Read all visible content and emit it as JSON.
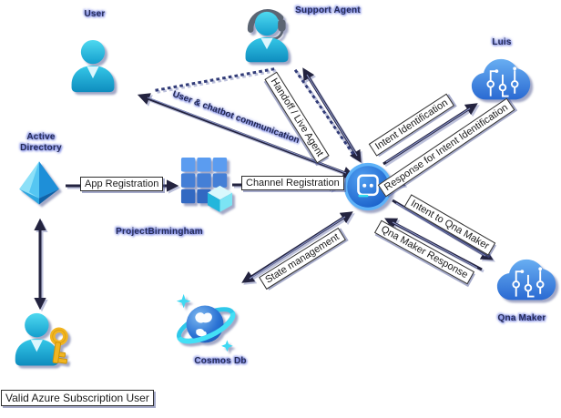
{
  "diagram": {
    "nodes": {
      "user": {
        "label": "User"
      },
      "support_agent": {
        "label": "Support Agent"
      },
      "active_directory": {
        "label": "Active Directory"
      },
      "app_registration_resource": {
        "label": "ProjectBirmingham"
      },
      "luis": {
        "label": "Luis"
      },
      "qna_maker": {
        "label": "Qna Maker"
      },
      "cosmos_db": {
        "label": "Cosmos Db"
      },
      "subscription_user": {
        "label": "Valid Azure Subscription User"
      }
    },
    "edges": {
      "app_registration": {
        "label": "App Registration"
      },
      "channel_registration": {
        "label": "Channel Registration"
      },
      "user_chatbot_communication": {
        "label": "User & chatbot communication"
      },
      "handoff_live_agent": {
        "label": "Handoff / Live Agent"
      },
      "intent_identification": {
        "label": "Intent Identification"
      },
      "response_intent_identification": {
        "label": "Response for Intent Identification"
      },
      "intent_to_qna_maker": {
        "label": "Intent to Qna Maker"
      },
      "qna_maker_response": {
        "label": "Qna Maker Response"
      },
      "state_management": {
        "label": "State management"
      }
    },
    "colors": {
      "person_cyan": "#29c0e0",
      "azure_blue": "#2f6fd8",
      "cyan_accent": "#3fd9f2",
      "arrow_dark": "#23233f",
      "label_glow": "#6a78e0",
      "key_gold": "#f2b520"
    }
  }
}
